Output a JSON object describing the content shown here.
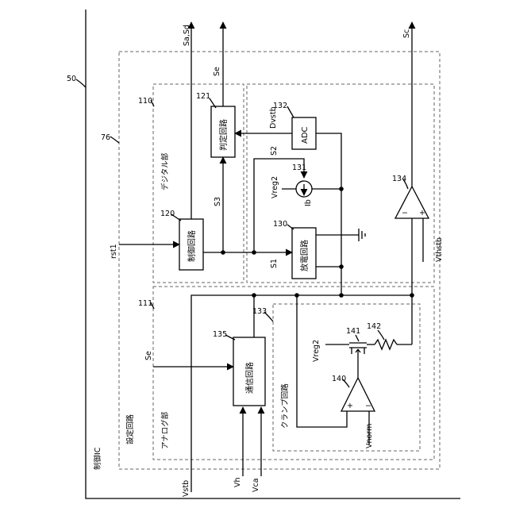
{
  "labels": {
    "n50": "50",
    "n76": "76",
    "n110": "110",
    "n111": "111",
    "n120": "120",
    "n121": "121",
    "n130": "130",
    "n131": "131",
    "n132": "132",
    "n133": "133",
    "n134": "134",
    "n135": "135",
    "n140": "140",
    "n141": "141",
    "n142": "142",
    "ic_title": "制御IC",
    "settings_title": "設定回路",
    "digital_title": "デジタル部",
    "analog_title": "アナログ部",
    "clamp_title": "クランプ回路",
    "blk_control": "制御回路",
    "blk_judge": "判定回路",
    "blk_adc": "ADC",
    "blk_discharge": "放電回路",
    "blk_comm": "通信回路",
    "sig_sasd": "Sa,Sd",
    "sig_sc": "Sc",
    "sig_se_top": "Se",
    "sig_se_left": "Se",
    "sig_dvstb": "Dvstb",
    "sig_s1": "S1",
    "sig_s2": "S2",
    "sig_s3": "S3",
    "sig_vreg2_a": "Vreg2",
    "sig_vreg2_b": "Vreg2",
    "sig_ib": "Ib",
    "sig_vthstb": "Vthstb",
    "sig_vnorm": "Vnorm",
    "sig_rst1": "rst1",
    "sig_vstb": "Vstb",
    "sig_vh": "Vh",
    "sig_vca": "Vca",
    "op_minus_a": "−",
    "op_plus_a": "+",
    "op_minus_b": "−",
    "op_plus_b": "+"
  }
}
